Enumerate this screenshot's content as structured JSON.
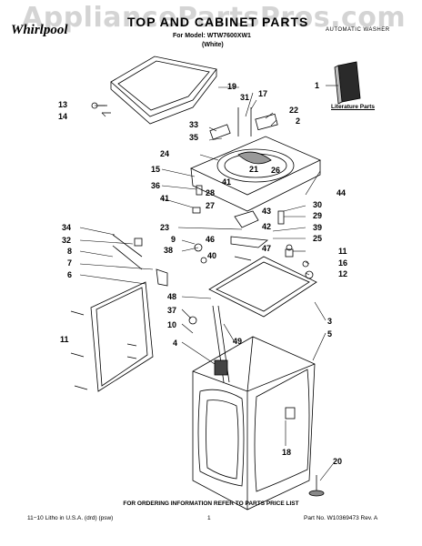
{
  "watermark": "AppliancePartsPros.com",
  "brand": "Whirlpool",
  "title": "TOP AND CABINET PARTS",
  "model_line": "For Model: WTW7600XW1",
  "color_line": "(White)",
  "corner_note": "AUTOMATIC WASHER",
  "literature_label": "Literature Parts",
  "order_note": "FOR ORDERING INFORMATION REFER TO PARTS PRICE LIST",
  "footer_left": "11−10 Litho in U.S.A. (drd) (psw)",
  "footer_page": "1",
  "footer_right": "Part No. W10369473 Rev. A",
  "callouts": {
    "c1": "1",
    "c2": "2",
    "c3": "3",
    "c4": "4",
    "c5": "5",
    "c6": "6",
    "c7": "7",
    "c8": "8",
    "c9": "9",
    "c10": "10",
    "c11a": "11",
    "c11b": "11",
    "c12": "12",
    "c13": "13",
    "c14": "14",
    "c15": "15",
    "c16": "16",
    "c17": "17",
    "c18": "18",
    "c19": "19",
    "c20": "20",
    "c21": "21",
    "c22": "22",
    "c23": "23",
    "c24": "24",
    "c25": "25",
    "c26": "26",
    "c27": "27",
    "c28": "28",
    "c29": "29",
    "c30": "30",
    "c31": "31",
    "c32": "32",
    "c33": "33",
    "c34": "34",
    "c35": "35",
    "c36": "36",
    "c37": "37",
    "c38": "38",
    "c39": "39",
    "c40": "40",
    "c41a": "41",
    "c41b": "41",
    "c42": "42",
    "c43": "43",
    "c44": "44",
    "c46": "46",
    "c47": "47",
    "c48": "48",
    "c49": "49"
  }
}
